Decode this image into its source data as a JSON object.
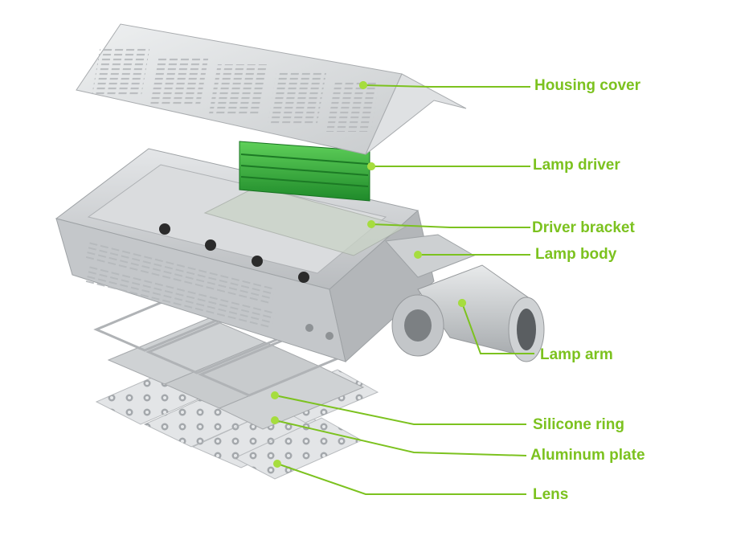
{
  "diagram": {
    "accent_color": "#7cc21f",
    "driver_color": "#2ea836",
    "metal_color": "#d5d7d9",
    "parts": [
      {
        "id": "housing-cover",
        "label": "Housing cover"
      },
      {
        "id": "lamp-driver",
        "label": "Lamp driver"
      },
      {
        "id": "driver-bracket",
        "label": "Driver bracket"
      },
      {
        "id": "lamp-body",
        "label": "Lamp body"
      },
      {
        "id": "lamp-arm",
        "label": "Lamp arm"
      },
      {
        "id": "silicone-ring",
        "label": "Silicone ring"
      },
      {
        "id": "aluminum-plate",
        "label": "Aluminum plate"
      },
      {
        "id": "lens",
        "label": "Lens"
      }
    ]
  }
}
